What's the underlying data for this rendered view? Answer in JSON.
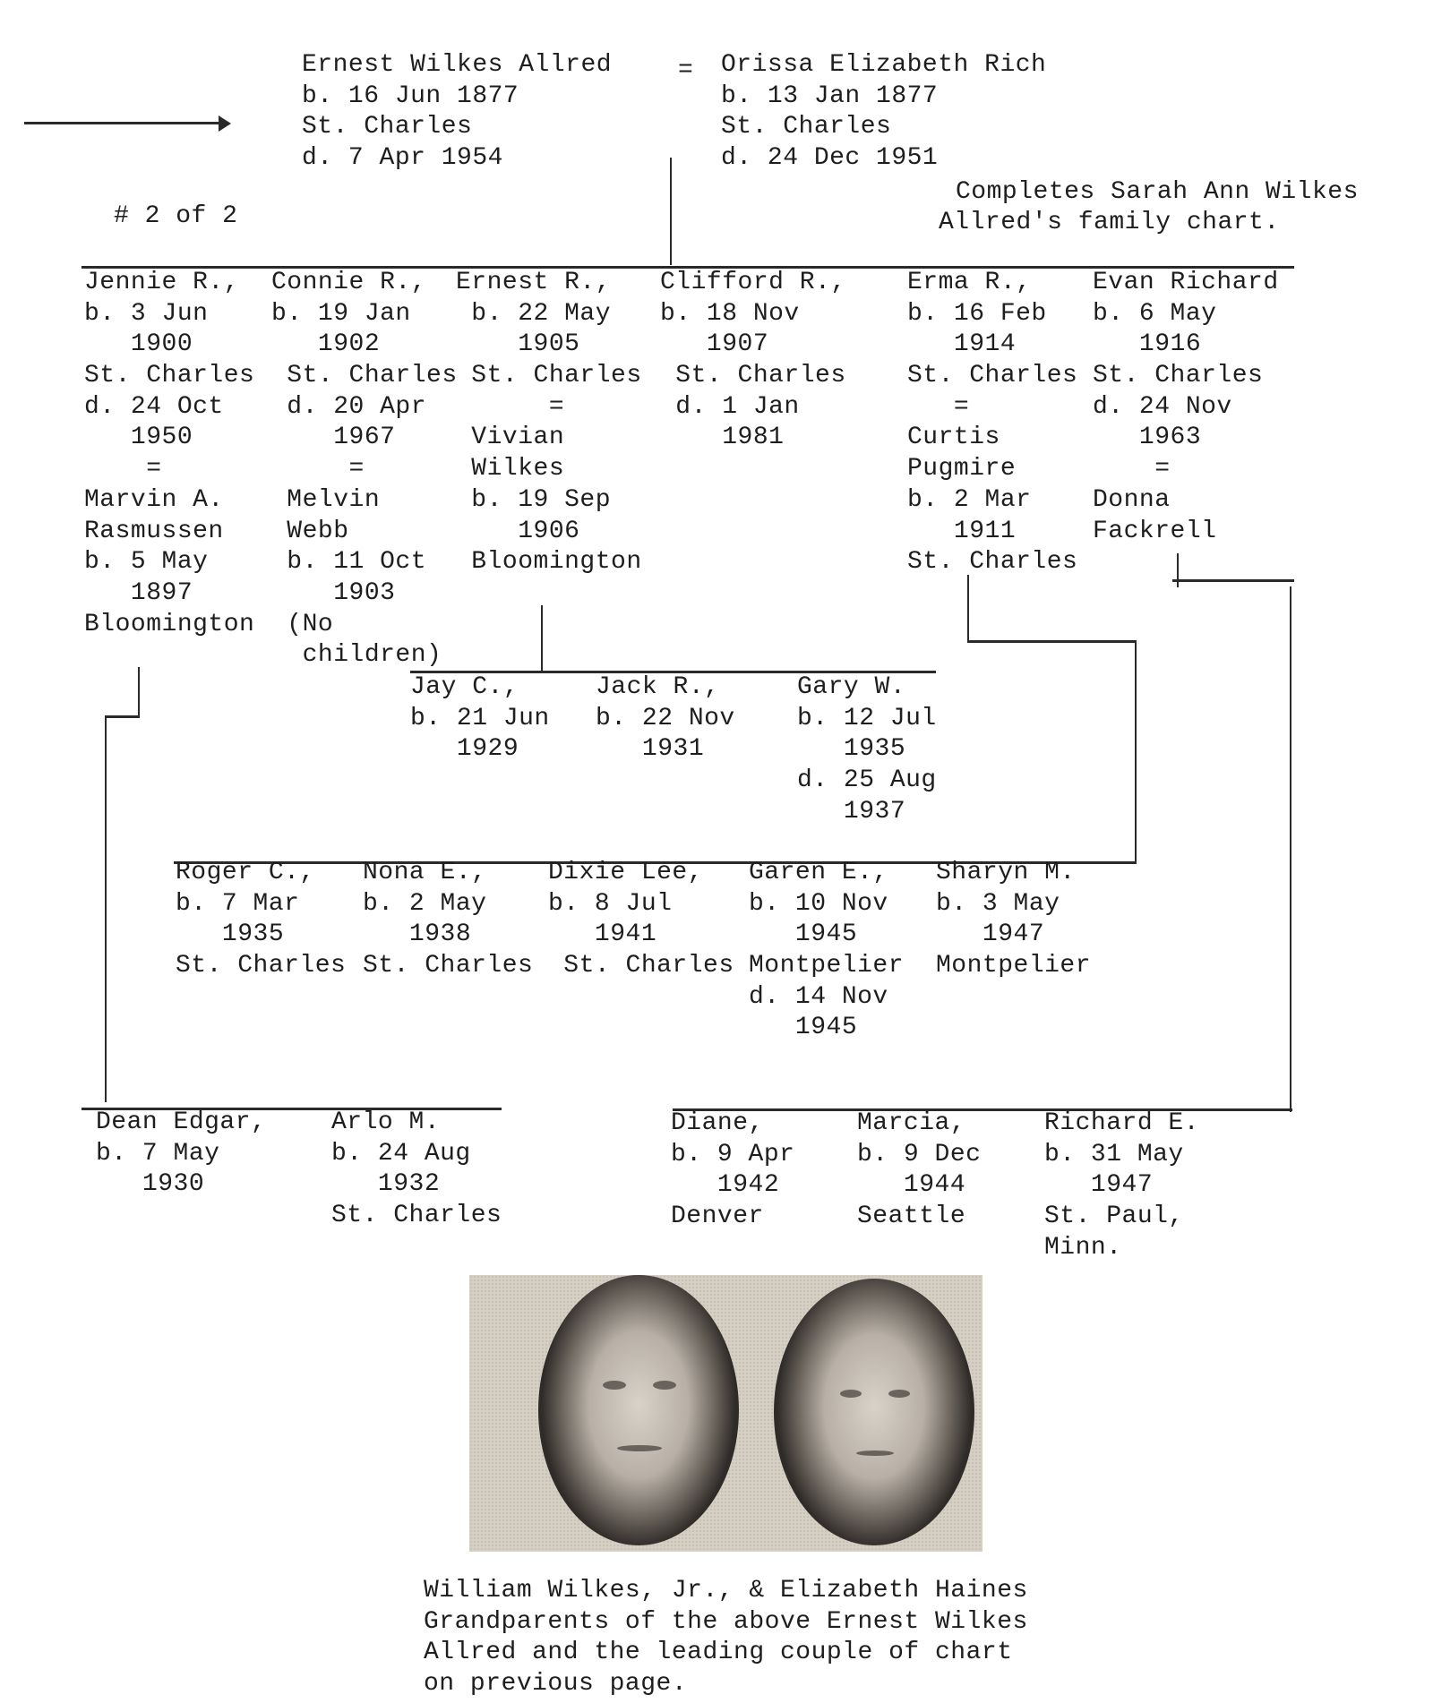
{
  "header": {
    "husband": [
      "Ernest Wilkes Allred",
      "b. 16 Jun 1877",
      "St. Charles",
      "d. 7 Apr 1954"
    ],
    "marriage_symbol": "=",
    "wife": [
      "Orissa Elizabeth Rich",
      "b. 13 Jan 1877",
      "St. Charles",
      "d. 24 Dec 1951"
    ],
    "page_marker": "# 2 of 2",
    "note": [
      "Completes Sarah Ann Wilkes",
      "Allred's family chart."
    ]
  },
  "children": {
    "jennie": [
      "Jennie R.,",
      "b. 3 Jun",
      "   1900",
      "St. Charles",
      "d. 24 Oct",
      "   1950",
      "    =",
      "Marvin A.",
      "Rasmussen",
      "b. 5 May",
      "   1897",
      "Bloomington"
    ],
    "connie": [
      "Connie R.,",
      "b. 19 Jan",
      "   1902",
      " St. Charles",
      " d. 20 Apr",
      "    1967",
      "     =",
      " Melvin",
      " Webb",
      " b. 11 Oct",
      "    1903",
      " (No",
      "  children)"
    ],
    "ernest": [
      "Ernest R.,",
      " b. 22 May",
      "    1905",
      " St. Charles",
      "      =",
      " Vivian",
      " Wilkes",
      " b. 19 Sep",
      "    1906",
      " Bloomington"
    ],
    "clifford": [
      "Clifford R.,",
      "b. 18 Nov",
      "   1907",
      " St. Charles",
      " d. 1 Jan",
      "    1981"
    ],
    "erma": [
      "Erma R.,",
      "b. 16 Feb",
      "   1914",
      "St. Charles",
      "   =",
      "Curtis",
      "Pugmire",
      "b. 2 Mar",
      "   1911",
      "St. Charles"
    ],
    "evan": [
      "Evan Richard",
      "b. 6 May",
      "   1916",
      "St. Charles",
      "d. 24 Nov",
      "   1963",
      "    =",
      "Donna",
      "Fackrell"
    ]
  },
  "grandchildren": {
    "ernest": [
      [
        "Jay C.,",
        "b. 21 Jun",
        "   1929"
      ],
      [
        "Jack R.,",
        "b. 22 Nov",
        "   1931"
      ],
      [
        "Gary W.",
        "b. 12 Jul",
        "   1935",
        "d. 25 Aug",
        "   1937"
      ]
    ],
    "erma": [
      [
        "Roger C.,",
        "b. 7 Mar",
        "   1935",
        "St. Charles"
      ],
      [
        "Nona E.,",
        "b. 2 May",
        "   1938",
        "St. Charles"
      ],
      [
        "Dixie Lee,",
        "b. 8 Jul",
        "   1941",
        " St. Charles"
      ],
      [
        "Garen E.,",
        "b. 10 Nov",
        "   1945",
        "Montpelier",
        "d. 14 Nov",
        "   1945"
      ],
      [
        "Sharyn M.",
        "b. 3 May",
        "   1947",
        "Montpelier"
      ]
    ],
    "jennie": [
      [
        "Dean Edgar,",
        "b. 7 May",
        "   1930"
      ],
      [
        "Arlo M.",
        "b. 24 Aug",
        "   1932",
        "St. Charles"
      ]
    ],
    "evan": [
      [
        "Diane,",
        "b. 9 Apr",
        "   1942",
        "Denver"
      ],
      [
        "Marcia,",
        "b. 9 Dec",
        "   1944",
        "Seattle"
      ],
      [
        "Richard E.",
        "b. 31 May",
        "   1947",
        "St. Paul,",
        "Minn."
      ]
    ]
  },
  "caption": [
    "William Wilkes, Jr., & Elizabeth Haines",
    "Grandparents of the above Ernest Wilkes",
    "Allred and the leading couple of chart",
    "on previous page."
  ]
}
